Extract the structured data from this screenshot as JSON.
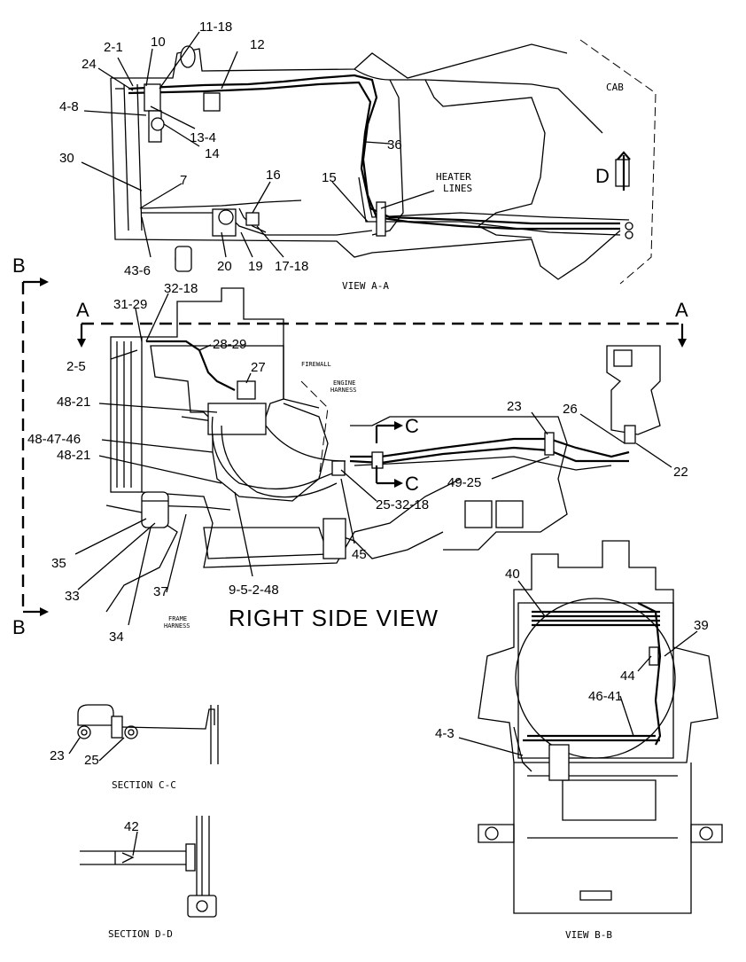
{
  "views": {
    "view_a": "VIEW A-A",
    "right_side": "RIGHT SIDE VIEW",
    "view_b": "VIEW B-B",
    "section_c": "SECTION C-C",
    "section_d": "SECTION D-D"
  },
  "labels": {
    "cab": "CAB",
    "heater_1": "HEATER",
    "heater_2": "LINES",
    "firewall": "FIREWALL",
    "engine_1": "ENGINE",
    "engine_2": "HARNESS",
    "frame_1": "FRAME",
    "frame_2": "HARNESS"
  },
  "section_markers": {
    "a": "A",
    "b": "B",
    "c": "C",
    "d": "D"
  },
  "callouts": {
    "c2_1": "2-1",
    "c10": "10",
    "c11_18": "11-18",
    "c12": "12",
    "c24": "24",
    "c4_8": "4-8",
    "c13_4": "13-4",
    "c14": "14",
    "c36": "36",
    "c30": "30",
    "c7": "7",
    "c16": "16",
    "c15": "15",
    "c43_6": "43-6",
    "c20": "20",
    "c19": "19",
    "c17_18": "17-18",
    "c31_29": "31-29",
    "c32_18": "32-18",
    "c2_5": "2-5",
    "c28_29": "28-29",
    "c27": "27",
    "c48_21a": "48-21",
    "c48_47_46": "48-47-46",
    "c48_21b": "48-21",
    "c23": "23",
    "c26": "26",
    "c22": "22",
    "c49_25": "49-25",
    "c25_32_18": "25-32-18",
    "c45": "45",
    "c35": "35",
    "c33": "33",
    "c37": "37",
    "c9_5_2_48": "9-5-2-48",
    "c34": "34",
    "c40": "40",
    "c39": "39",
    "c44": "44",
    "c46_41": "46-41",
    "c4_3": "4-3",
    "s_c23": "23",
    "s_c25": "25",
    "s_d42": "42"
  }
}
